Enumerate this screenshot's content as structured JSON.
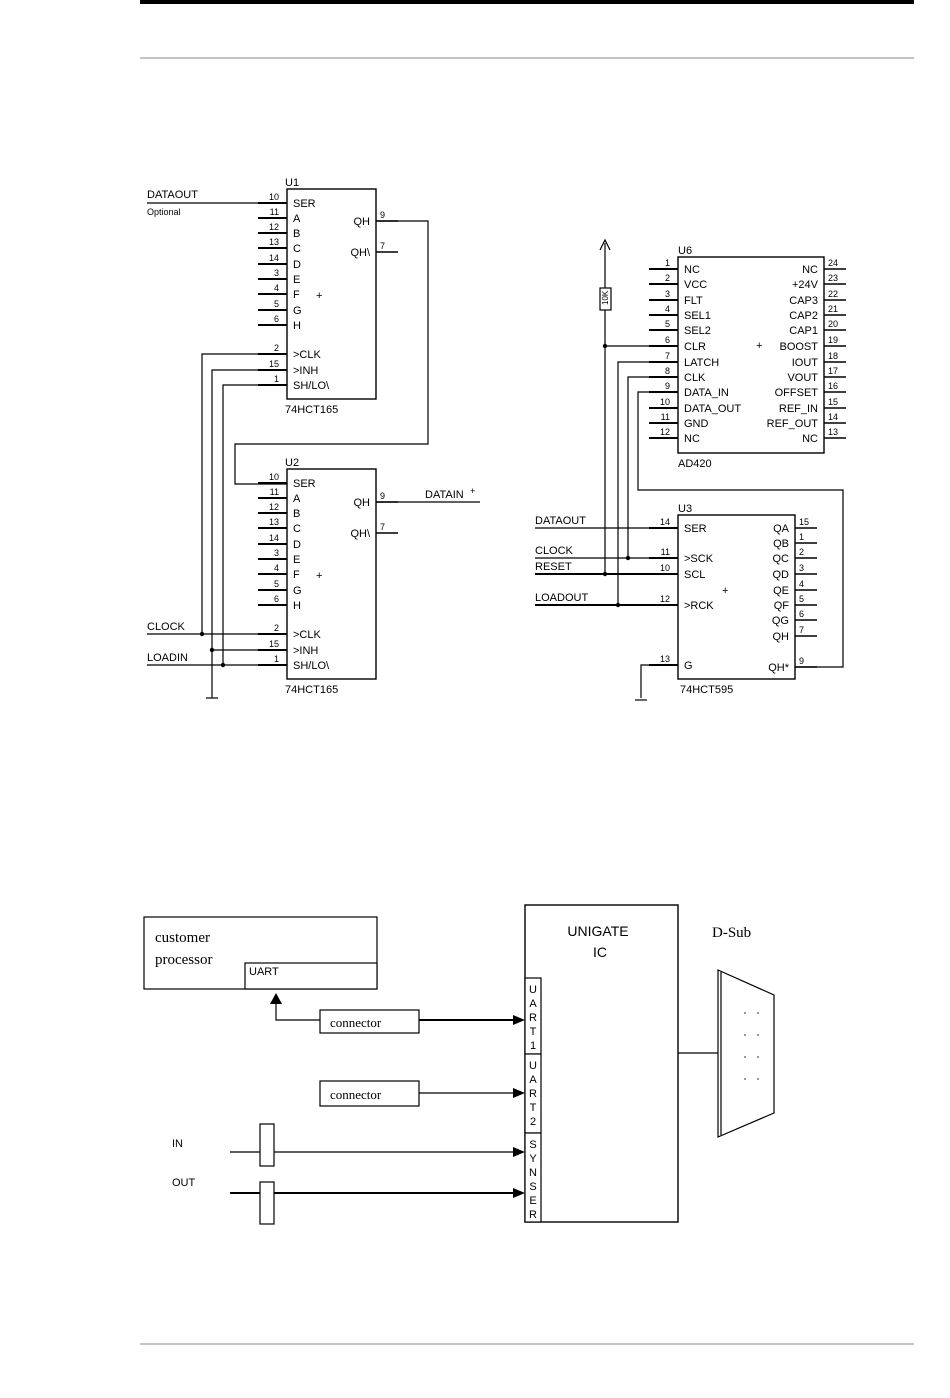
{
  "u1": {
    "ref": "U1",
    "part": "74HCT165",
    "plus": "+",
    "ext_label_1": "DATAOUT",
    "ext_label_2": "Optional",
    "left_pins": [
      {
        "num": "10",
        "name": "SER"
      },
      {
        "num": "11",
        "name": "A"
      },
      {
        "num": "12",
        "name": "B"
      },
      {
        "num": "13",
        "name": "C"
      },
      {
        "num": "14",
        "name": "D"
      },
      {
        "num": "3",
        "name": "E"
      },
      {
        "num": "4",
        "name": "F"
      },
      {
        "num": "5",
        "name": "G"
      },
      {
        "num": "6",
        "name": "H"
      },
      {
        "num": "2",
        "name": ">CLK"
      },
      {
        "num": "15",
        "name": ">INH"
      },
      {
        "num": "1",
        "name": "SH/LO\\"
      }
    ],
    "right_pins": [
      {
        "num": "9",
        "name": "QH"
      },
      {
        "num": "7",
        "name": "QH\\"
      }
    ]
  },
  "u2": {
    "ref": "U2",
    "part": "74HCT165",
    "plus": "+",
    "datain": "DATAIN",
    "datain_plus": "+",
    "clock": "CLOCK",
    "loadin": "LOADIN",
    "left_pins": [
      {
        "num": "10",
        "name": "SER"
      },
      {
        "num": "11",
        "name": "A"
      },
      {
        "num": "12",
        "name": "B"
      },
      {
        "num": "13",
        "name": "C"
      },
      {
        "num": "14",
        "name": "D"
      },
      {
        "num": "3",
        "name": "E"
      },
      {
        "num": "4",
        "name": "F"
      },
      {
        "num": "5",
        "name": "G"
      },
      {
        "num": "6",
        "name": "H"
      },
      {
        "num": "2",
        "name": ">CLK"
      },
      {
        "num": "15",
        "name": ">INH"
      },
      {
        "num": "1",
        "name": "SH/LO\\"
      }
    ],
    "right_pins": [
      {
        "num": "9",
        "name": "QH"
      },
      {
        "num": "7",
        "name": "QH\\"
      }
    ]
  },
  "u6": {
    "ref": "U6",
    "part": "AD420",
    "plus": "+",
    "resistor": "10K",
    "left_pins": [
      {
        "num": "1",
        "name": "NC"
      },
      {
        "num": "2",
        "name": "VCC"
      },
      {
        "num": "3",
        "name": "FLT"
      },
      {
        "num": "4",
        "name": "SEL1"
      },
      {
        "num": "5",
        "name": "SEL2"
      },
      {
        "num": "6",
        "name": "CLR"
      },
      {
        "num": "7",
        "name": "LATCH"
      },
      {
        "num": "8",
        "name": "CLK"
      },
      {
        "num": "9",
        "name": "DATA_IN"
      },
      {
        "num": "10",
        "name": "DATA_OUT"
      },
      {
        "num": "11",
        "name": "GND"
      },
      {
        "num": "12",
        "name": "NC"
      }
    ],
    "right_pins": [
      {
        "num": "24",
        "name": "NC"
      },
      {
        "num": "23",
        "name": "+24V"
      },
      {
        "num": "22",
        "name": "CAP3"
      },
      {
        "num": "21",
        "name": "CAP2"
      },
      {
        "num": "20",
        "name": "CAP1"
      },
      {
        "num": "19",
        "name": "BOOST"
      },
      {
        "num": "18",
        "name": "IOUT"
      },
      {
        "num": "17",
        "name": "VOUT"
      },
      {
        "num": "16",
        "name": "OFFSET"
      },
      {
        "num": "15",
        "name": "REF_IN"
      },
      {
        "num": "14",
        "name": "REF_OUT"
      },
      {
        "num": "13",
        "name": "NC"
      }
    ]
  },
  "u3": {
    "ref": "U3",
    "part": "74HCT595",
    "plus": "+",
    "net_dataout": "DATAOUT",
    "net_clock": "CLOCK",
    "net_reset": "RESET",
    "net_loadout": "LOADOUT",
    "left_pins": [
      {
        "num": "14",
        "name": "SER"
      },
      {
        "num": "11",
        "name": ">SCK"
      },
      {
        "num": "10",
        "name": "SCL"
      },
      {
        "num": "12",
        "name": ">RCK"
      },
      {
        "num": "13",
        "name": "G"
      }
    ],
    "right_pins": [
      {
        "num": "15",
        "name": "QA"
      },
      {
        "num": "1",
        "name": "QB"
      },
      {
        "num": "2",
        "name": "QC"
      },
      {
        "num": "3",
        "name": "QD"
      },
      {
        "num": "4",
        "name": "QE"
      },
      {
        "num": "5",
        "name": "QF"
      },
      {
        "num": "6",
        "name": "QG"
      },
      {
        "num": "7",
        "name": "QH"
      },
      {
        "num": "9",
        "name": "QH*"
      }
    ]
  },
  "block": {
    "customer_line1": "customer",
    "customer_line2": "processor",
    "uart": "UART",
    "connector1": "connector",
    "connector2": "connector",
    "unigate_line1": "UNIGATE",
    "unigate_line2": "IC",
    "dsub": "D-Sub",
    "port_uart1": [
      "U",
      "A",
      "R",
      "T",
      "1"
    ],
    "port_uart2": [
      "U",
      "A",
      "R",
      "T",
      "2"
    ],
    "port_synser": [
      "S",
      "Y",
      "N",
      "S",
      "E",
      "R"
    ],
    "in_label": "IN",
    "out_label": "OUT"
  }
}
